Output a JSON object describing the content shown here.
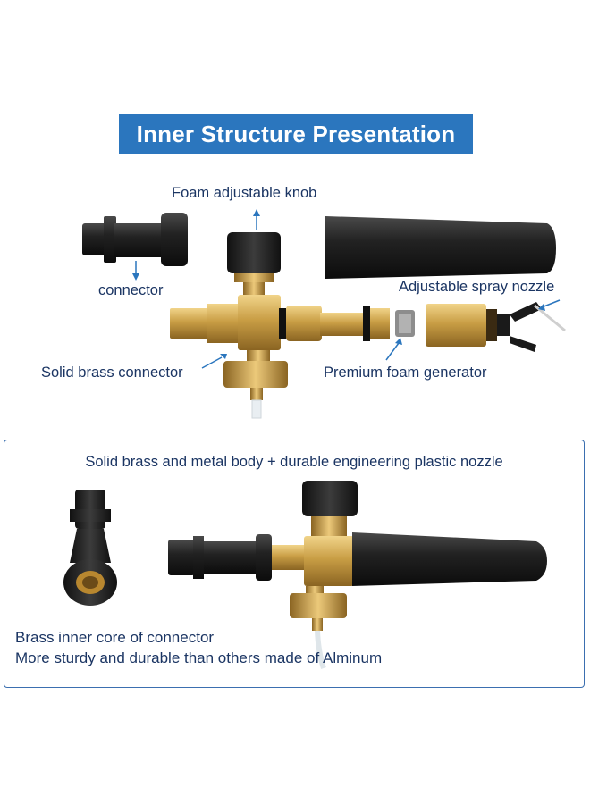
{
  "title": "Inner Structure Presentation",
  "labels": {
    "foam_knob": "Foam adjustable knob",
    "connector": "connector",
    "spray_nozzle": "Adjustable spray nozzle",
    "brass_connector": "Solid brass connector",
    "foam_generator": "Premium foam generator"
  },
  "panel": {
    "heading": "Solid brass and metal body + durable engineering plastic nozzle",
    "note_line1": "Brass inner core of connector",
    "note_line2": "More sturdy and durable than others made of Alminum"
  },
  "colors": {
    "banner": "#2b76be",
    "text": "#1b3563",
    "arrow": "#2b76be",
    "brass": "#c9a24a",
    "plastic": "#1e1e1e"
  }
}
